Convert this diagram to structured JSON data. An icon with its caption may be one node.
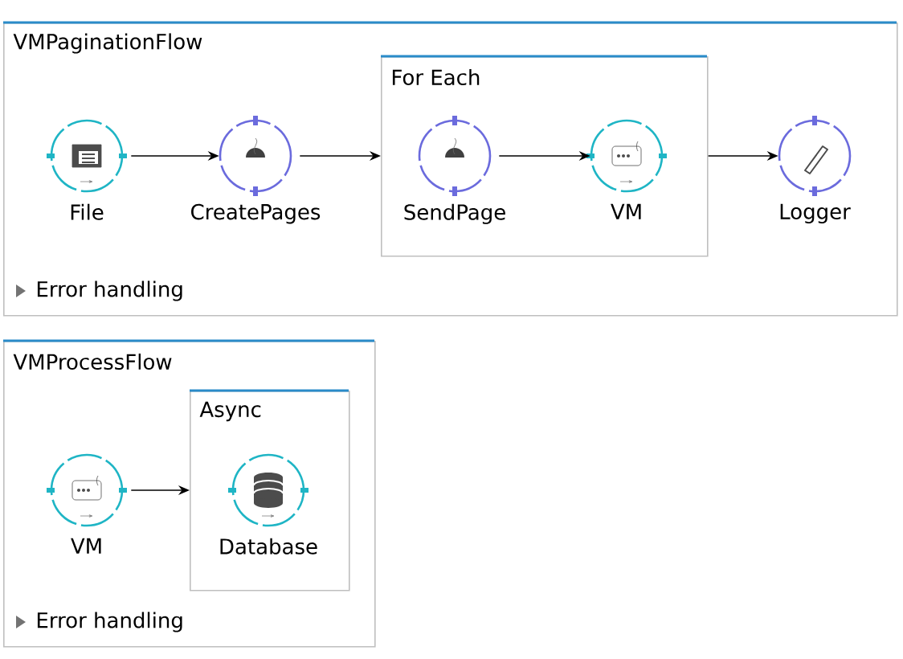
{
  "diagram": {
    "nodes": [
      {
        "text": [
          "VMPaginationFlow",
          "Error handling"
        ]
      },
      {
        "text": [
          "File"
        ],
        "in": 0
      },
      {
        "text": [
          "CreatePages"
        ],
        "in": 0
      },
      {
        "text": [
          "For Each"
        ],
        "in": 0
      },
      {
        "text": [
          "SendPage"
        ],
        "in": 3
      },
      {
        "text": [
          "VM"
        ],
        "in": 3
      },
      {
        "text": [
          "Logger"
        ],
        "in": 0
      },
      {
        "text": [
          "VMProcessFlow",
          "Error handling"
        ]
      },
      {
        "text": [
          "VM"
        ],
        "in": 7
      },
      {
        "text": [
          "Async"
        ],
        "in": 7
      },
      {
        "text": [
          "Database"
        ],
        "in": 9
      }
    ],
    "edges": [
      {
        "from": 1,
        "to": 2,
        "arrow": "to"
      },
      {
        "from": 2,
        "to": 3,
        "arrow": "to"
      },
      {
        "from": 4,
        "to": 5,
        "arrow": "to"
      },
      {
        "from": 3,
        "to": 6,
        "arrow": "to"
      },
      {
        "from": 8,
        "to": 9,
        "arrow": "to"
      }
    ]
  }
}
